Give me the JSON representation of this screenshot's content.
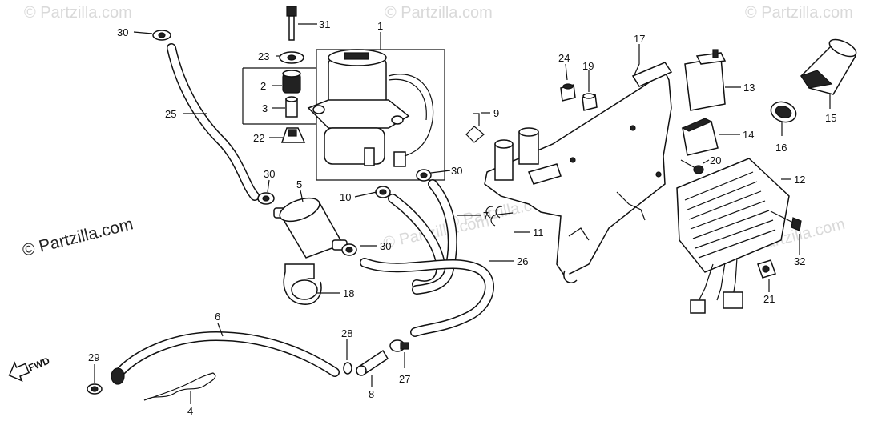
{
  "watermarks": [
    "© Partzilla.com",
    "© Partzilla.com",
    "© Partzilla.com",
    "© Partzilla.com",
    "© Partzilla.com",
    "© Partzilla.com"
  ],
  "side_watermark": "© Partzilla.com",
  "fwd_label": "FWD",
  "callouts": [
    "30",
    "31",
    "1",
    "23",
    "2",
    "3",
    "22",
    "25",
    "30",
    "5",
    "10",
    "30",
    "30",
    "9",
    "24",
    "19",
    "17",
    "13",
    "14",
    "15",
    "16",
    "20",
    "12",
    "7",
    "11",
    "26",
    "18",
    "6",
    "28",
    "27",
    "8",
    "29",
    "4",
    "32",
    "21"
  ]
}
